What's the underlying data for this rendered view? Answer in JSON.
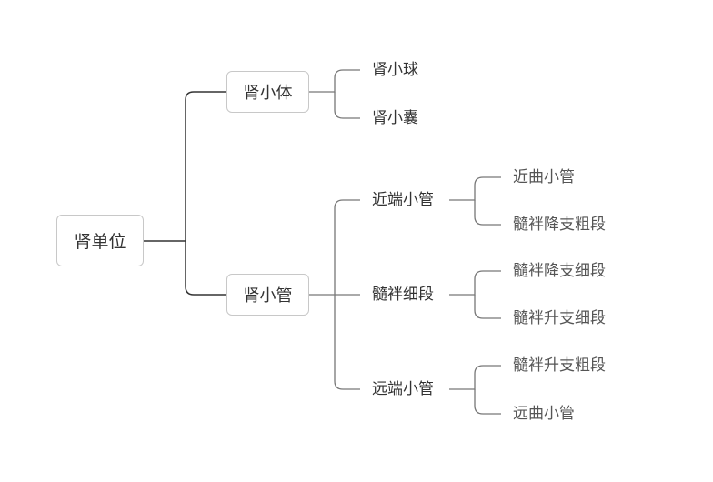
{
  "root": {
    "label": "肾单位"
  },
  "branches": [
    {
      "label": "肾小体",
      "children": [
        {
          "label": "肾小球"
        },
        {
          "label": "肾小囊"
        }
      ]
    },
    {
      "label": "肾小管",
      "children": [
        {
          "label": "近端小管",
          "children": [
            {
              "label": "近曲小管"
            },
            {
              "label": "髓袢降支粗段"
            }
          ]
        },
        {
          "label": "髓袢细段",
          "children": [
            {
              "label": "髓袢降支细段"
            },
            {
              "label": "髓袢升支细段"
            }
          ]
        },
        {
          "label": "远端小管",
          "children": [
            {
              "label": "髓袢升支粗段"
            },
            {
              "label": "远曲小管"
            }
          ]
        }
      ]
    }
  ],
  "colors": {
    "root_link": "#333333",
    "link": "#777777",
    "border": "#c8c8c8"
  }
}
